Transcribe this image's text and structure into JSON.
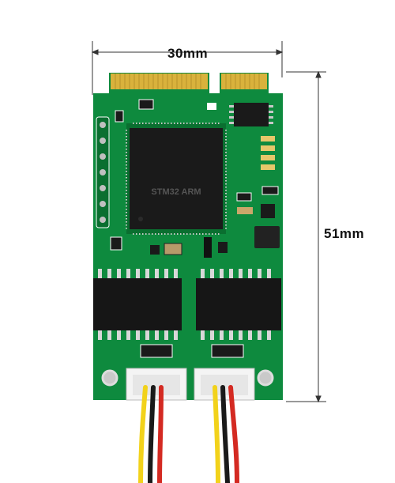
{
  "dimensions": {
    "width_label": "30mm",
    "height_label": "51mm"
  },
  "board": {
    "chip_marking": "STM32 ARM"
  },
  "colors": {
    "pcb_green": "#0e8a3e",
    "pcb_dark": "#0a6f30",
    "gold": "#d9b23c",
    "chip_black": "#1a1a1a",
    "wire_yellow": "#f2d21b",
    "wire_red": "#d42a22",
    "wire_black": "#1a1a1a",
    "wire_white": "#f2f2f2"
  }
}
